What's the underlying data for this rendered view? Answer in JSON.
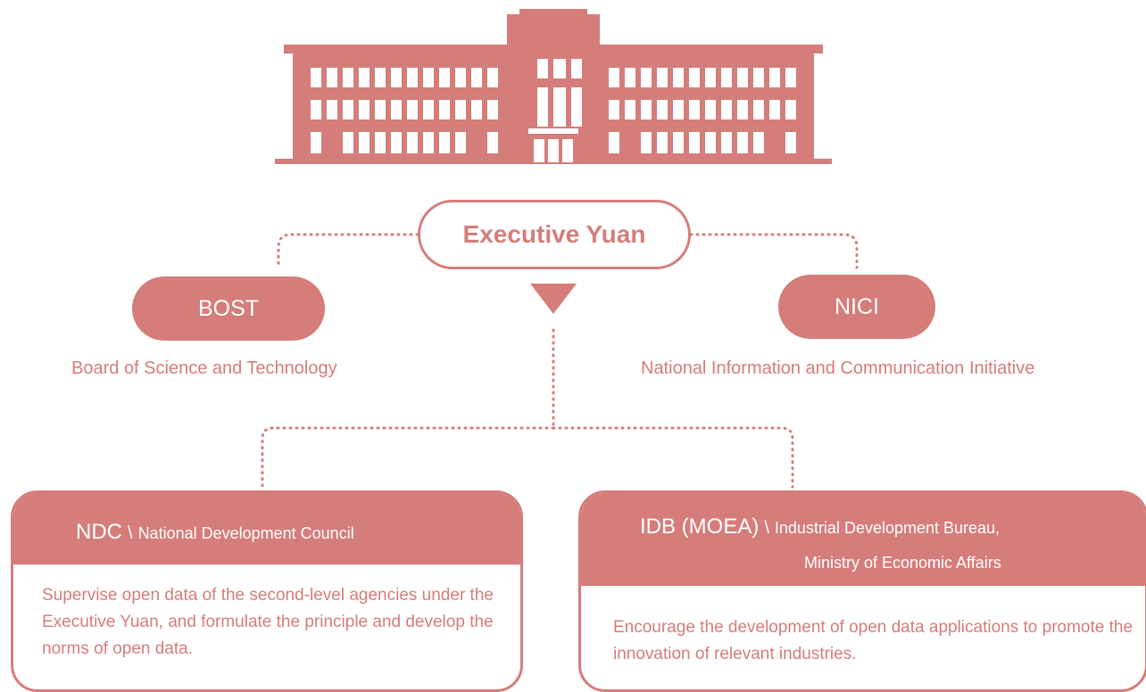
{
  "colors": {
    "accent": "#d57d7a",
    "background": "#ffffff"
  },
  "building": {
    "icon": "government-building-icon"
  },
  "top": {
    "label": "Executive Yuan"
  },
  "left_branch": {
    "abbr": "BOST",
    "full_name": "Board of Science and Technology"
  },
  "right_branch": {
    "abbr": "NICI",
    "full_name": "National Information and Communication Initiative"
  },
  "ndc": {
    "abbr": "NDC",
    "separator": "\\",
    "full_name": "National Development Council",
    "description": "Supervise open data of the second-level agencies under the Executive Yuan, and formulate the principle and develop the norms of open data."
  },
  "idb": {
    "abbr": "IDB (MOEA)",
    "separator": "\\",
    "full_name_line1": "Industrial Development Bureau,",
    "full_name_line2": "Ministry of Economic Affairs",
    "description": "Encourage the development of open data applications to promote the innovation of relevant industries."
  }
}
